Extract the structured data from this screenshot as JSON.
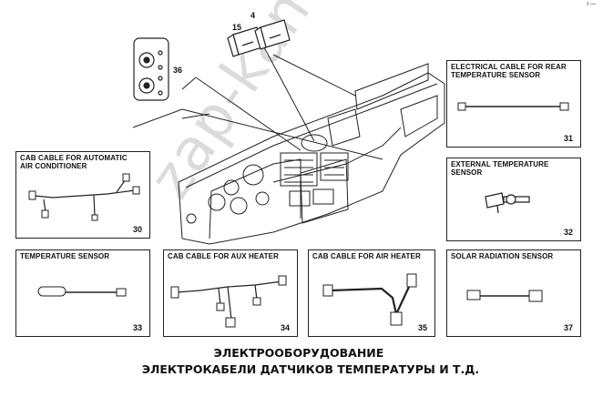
{
  "corner_mark": "r —",
  "callouts": {
    "c4": "4",
    "c15": "15",
    "c36": "36"
  },
  "boxes": [
    {
      "title": "CAB CABLE FOR AUTOMATIC\nAIR CONDITIONER",
      "number": "30"
    },
    {
      "title": "ELECTRICAL CABLE FOR REAR\nTEMPERATURE SENSOR",
      "number": "31"
    },
    {
      "title": "EXTERNAL TEMPERATURE SENSOR",
      "number": "32"
    },
    {
      "title": "TEMPERATURE SENSOR",
      "number": "33"
    },
    {
      "title": "CAB CABLE FOR AUX HEATER",
      "number": "34"
    },
    {
      "title": "CAB CABLE FOR AIR HEATER",
      "number": "35"
    },
    {
      "title": "SOLAR RADIATION SENSOR",
      "number": "37"
    }
  ],
  "caption": {
    "line1": "ЭЛЕКТРООБОРУДОВАНИЕ",
    "line2": "ЭЛЕКТРОКАБЕЛИ ДАТЧИКОВ ТЕМПЕРАТУРЫ И Т.Д."
  },
  "watermark": "zap-kamaz.ru"
}
